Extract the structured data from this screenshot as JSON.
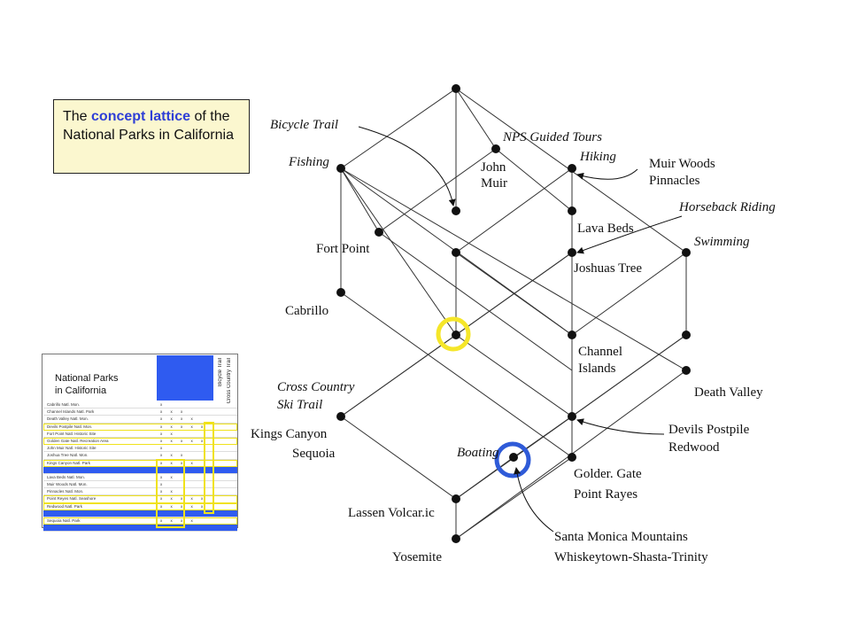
{
  "title_box": {
    "prefix": "The ",
    "highlight": "concept lattice",
    "suffix": " of the National Parks in California"
  },
  "labels": {
    "bicycle_trail": "Bicycle Trail",
    "nps_guided_tours": "NPS Guided Tours",
    "fishing": "Fishing",
    "john": "John",
    "muir": "Muir",
    "hiking": "Hiking",
    "muir_woods": "Muir Woods",
    "pinnacles": "Pinnacles",
    "horseback_riding": "Horseback Riding",
    "lava_beds": "Lava Beds",
    "swimming": "Swimming",
    "fort_point": "Fort Point",
    "joshuas_tree": "Joshuas Tree",
    "cabrillo": "Cabrillo",
    "channel": "Channel",
    "islands": "Islands",
    "death_valley": "Death Valley",
    "cross_country": "Cross Country",
    "ski_trail": "Ski Trail",
    "kings_canyon": "Kings Canyon",
    "sequoia": "Sequoia",
    "devils_postpile": "Devils Postpile",
    "redwood": "Redwood",
    "boating": "Boating",
    "golden_gate": "Golder. Gate",
    "point_rayes": "Point Rayes",
    "lassen": "Lassen Volcar.ic",
    "santa_monica": "Santa Monica Mountains",
    "whiskeytown": "Whiskeytown-Shasta-Trinity",
    "yosemite": "Yosemite"
  },
  "table": {
    "caption_line1": "National Parks",
    "caption_line2": "in California",
    "col_bicycle": "Bicycle Trail",
    "col_cross_country": "Cross Country Trail",
    "rows": [
      {
        "name": "Cabrillo Natl. Mon.",
        "marks": "x"
      },
      {
        "name": "Channel Islands Natl. Park",
        "marks": "x  x  x"
      },
      {
        "name": "Death Valley Natl. Mon.",
        "marks": "x x x  x"
      },
      {
        "name": "Devils Postpile Natl. Mon.",
        "marks": "x x x x  x"
      },
      {
        "name": "Fort Point Natl. Historic Site",
        "marks": "x x"
      },
      {
        "name": "Golden Gate Natl. Recreation Area",
        "marks": "x x x x  x"
      },
      {
        "name": "John Muir Natl. Historic Site",
        "marks": "x"
      },
      {
        "name": "Joshua Tree Natl. Mon.",
        "marks": "x x x"
      },
      {
        "name": "Kings Canyon Natl. Park",
        "marks": "x x x  x"
      },
      {
        "name": "",
        "marks": ""
      },
      {
        "name": "Lava Beds Natl. Mon.",
        "marks": "x x"
      },
      {
        "name": "Muir Woods Natl. Mon.",
        "marks": "x"
      },
      {
        "name": "Pinnacles Natl. Mon.",
        "marks": "x x"
      },
      {
        "name": "Point Reyes Natl. Seashore",
        "marks": "x x x x  x"
      },
      {
        "name": "Redwood Natl. Park",
        "marks": "x x x x  x"
      },
      {
        "name": "",
        "marks": ""
      },
      {
        "name": "Sequoia Natl. Park",
        "marks": "x x x  x"
      },
      {
        "name": "",
        "marks": ""
      }
    ]
  },
  "colors": {
    "highlight_yellow": "#f5e629",
    "highlight_blue": "#2f5bd8",
    "title_bg": "#fbf7cf",
    "title_accent": "#2f3fd6"
  }
}
